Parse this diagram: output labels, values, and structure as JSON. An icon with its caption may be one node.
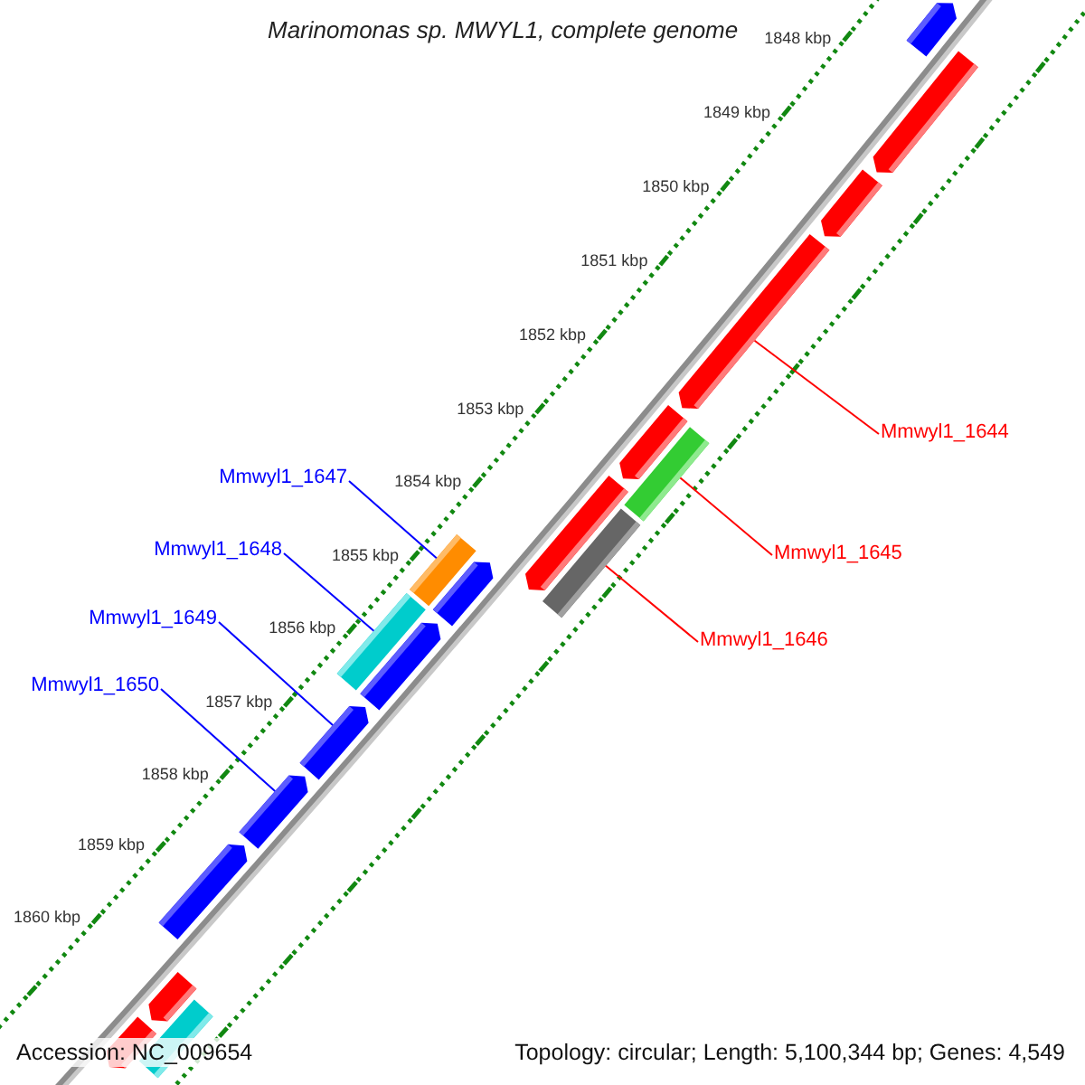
{
  "diagram": {
    "title": "Marinomonas sp. MWYL1, complete genome",
    "nodes": [
      {
        "text": [
          "Mmwyl1_1644"
        ]
      },
      {
        "text": [
          "Mmwyl1_1645"
        ]
      },
      {
        "text": [
          "Mmwyl1_1646"
        ]
      },
      {
        "text": [
          "Mmwyl1_1647"
        ]
      },
      {
        "text": [
          "Mmwyl1_1648"
        ]
      },
      {
        "text": [
          "Mmwyl1_1649"
        ]
      },
      {
        "text": [
          "Mmwyl1_1650"
        ]
      },
      {
        "text": [],
        "shape": "bar"
      },
      {
        "text": [],
        "shape": "bar"
      },
      {
        "text": [],
        "shape": "bar"
      },
      {
        "text": [],
        "shape": "bar"
      },
      {
        "text": [],
        "shape": "bar"
      },
      {
        "text": [],
        "shape": "box"
      },
      {
        "text": [],
        "shape": "bar"
      },
      {
        "text": [],
        "shape": "box"
      },
      {
        "text": [],
        "shape": "box"
      },
      {
        "text": [],
        "shape": "bar"
      },
      {
        "text": [],
        "shape": "box"
      },
      {
        "text": [],
        "shape": "bar"
      },
      {
        "text": [],
        "shape": "bar"
      },
      {
        "text": [],
        "shape": "bar"
      },
      {
        "text": [],
        "shape": "bar"
      },
      {
        "text": [],
        "shape": "bar"
      },
      {
        "text": [],
        "shape": "box"
      },
      {
        "text": [],
        "shape": "bar"
      }
    ],
    "edges": [
      {
        "from": 0,
        "to": 10,
        "arrow": "none",
        "color": "#ff0000"
      },
      {
        "from": 1,
        "to": 12,
        "arrow": "none",
        "color": "#ff0000"
      },
      {
        "from": 2,
        "to": 14,
        "arrow": "none",
        "color": "#ff0000"
      },
      {
        "from": 3,
        "to": 15,
        "arrow": "none"
      },
      {
        "from": 4,
        "to": 17,
        "arrow": "none"
      },
      {
        "from": 5,
        "to": 19,
        "arrow": "none"
      },
      {
        "from": 6,
        "to": 20,
        "arrow": "none"
      }
    ],
    "labels": [
      "1848 kbp",
      "1849 kbp",
      "1850 kbp",
      "1851 kbp",
      "1852 kbp",
      "1853 kbp",
      "1854 kbp",
      "1855 kbp",
      "1856 kbp",
      "1857 kbp",
      "1858 kbp",
      "1859 kbp",
      "1860 kbp",
      "Accession: NC_009654",
      "Topology: circular; Length: 5,100,344 bp; Genes: 4,549"
    ]
  }
}
